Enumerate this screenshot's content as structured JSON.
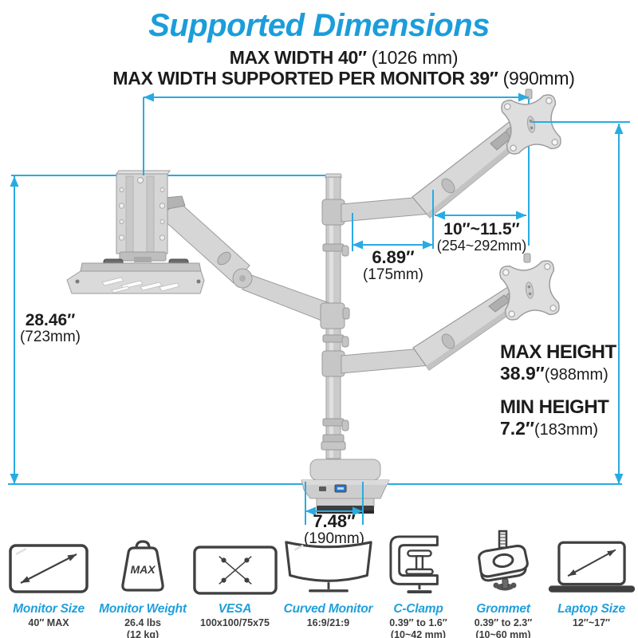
{
  "title": "Supported Dimensions",
  "subtitle": {
    "line1_main": "MAX WIDTH 40″",
    "line1_paren": " (1026 mm)",
    "line2_main": "MAX WIDTH SUPPORTED PER MONITOR 39″",
    "line2_paren": " (990mm)"
  },
  "dims": {
    "left": {
      "value": "28.46″",
      "metric": "(723mm)"
    },
    "inner": {
      "value": "6.89″",
      "metric": "(175mm)"
    },
    "outer": {
      "value": "10″~11.5″",
      "metric": "(254~292mm)"
    },
    "max": {
      "label": "MAX HEIGHT",
      "value": "38.9″",
      "metric": "(988mm)"
    },
    "min": {
      "label": "MIN HEIGHT",
      "value": "7.2″",
      "metric": "(183mm)"
    },
    "base": {
      "value": "7.48″",
      "metric": "(190mm)"
    }
  },
  "weight_max_label": "MAX",
  "colors": {
    "accent_line_blue": "#29abe2",
    "accent_text_blue": "#1f9fdb",
    "title_blue": "#1b9dda",
    "text_dark": "#1c1c1c",
    "arm_gray": "#d6d6d6",
    "usb_blue": "#2d77c8"
  },
  "features": [
    {
      "icon": "monitor-size-icon",
      "label": "Monitor Size",
      "lines": [
        "40″ MAX"
      ]
    },
    {
      "icon": "monitor-weight-icon",
      "label": "Monitor Weight",
      "lines": [
        "26.4 lbs",
        "(12 kg)"
      ]
    },
    {
      "icon": "vesa-icon",
      "label": "VESA",
      "lines": [
        "100x100/75x75"
      ]
    },
    {
      "icon": "curved-monitor-icon",
      "label": "Curved Monitor",
      "lines": [
        "16:9/21:9"
      ]
    },
    {
      "icon": "c-clamp-icon",
      "label": "C-Clamp",
      "lines": [
        "0.39″ to 1.6″",
        "(10~42 mm)"
      ]
    },
    {
      "icon": "grommet-icon",
      "label": "Grommet",
      "lines": [
        "0.39″ to 2.3″",
        "(10~60 mm)"
      ]
    },
    {
      "icon": "laptop-size-icon",
      "label": "Laptop Size",
      "lines": [
        "12″~17″"
      ]
    }
  ]
}
